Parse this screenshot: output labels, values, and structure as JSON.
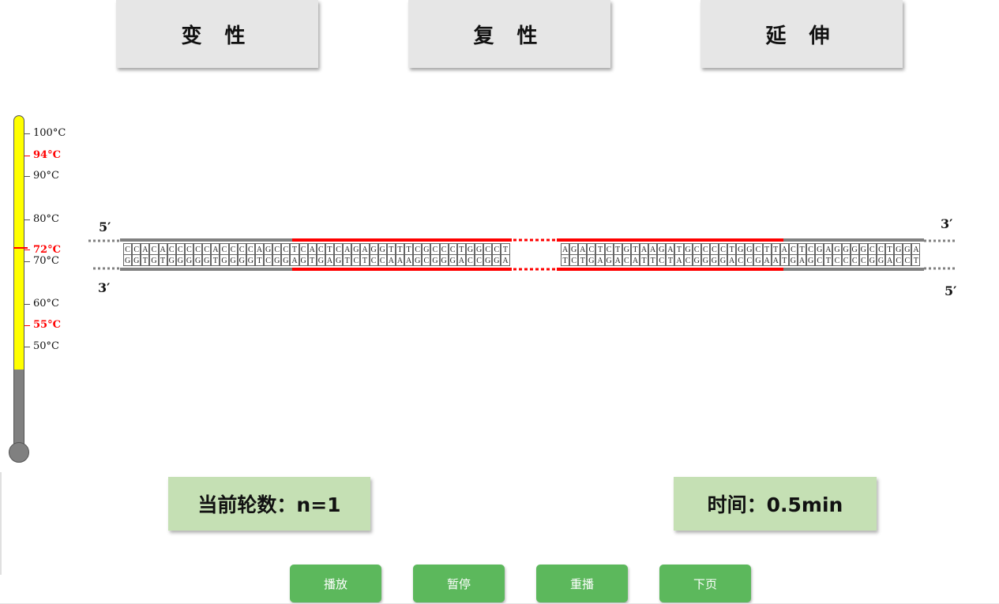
{
  "stages": {
    "denature": "变 性",
    "anneal": "复 性",
    "extend": "延 伸"
  },
  "thermometer": {
    "labels": [
      {
        "text": "100°C",
        "highlight": false
      },
      {
        "text": "94°C",
        "highlight": true
      },
      {
        "text": "90°C",
        "highlight": false
      },
      {
        "text": "80°C",
        "highlight": false
      },
      {
        "text": "72°C",
        "highlight": true
      },
      {
        "text": "70°C",
        "highlight": false
      },
      {
        "text": "60°C",
        "highlight": false
      },
      {
        "text": "55°C",
        "highlight": true
      },
      {
        "text": "50°C",
        "highlight": false
      }
    ],
    "current_temp": "72°C",
    "fill_color": "#ffff00",
    "highlight_color": "#ff0000"
  },
  "dna": {
    "top_left_end": "5′",
    "top_right_end": "3′",
    "bottom_left_end": "3′",
    "bottom_right_end": "5′",
    "left_top": "CCACACCCCCACCCCAGCCTCACTCAGAGGTTTCGCCCTGGCCT",
    "left_bottom": "GGTGTGGGGGTGGGGTCGGAGTGAGTCTCCAAAGCGGGACCGGA",
    "right_top": "AGACTCTGTAAGATGCCCCTGGCTTACTCGAGGGGCCTGGA",
    "right_bottom": "TCTGAGACATTCTACGGGGACCGAATGAGCTCCCCGGACCT",
    "primer_color": "#ff0000",
    "strand_color": "#808080"
  },
  "status": {
    "round": "当前轮数：n=1",
    "time": "时间：0.5min"
  },
  "controls": {
    "play": "播放",
    "pause": "暂停",
    "replay": "重播",
    "next": "下页"
  }
}
